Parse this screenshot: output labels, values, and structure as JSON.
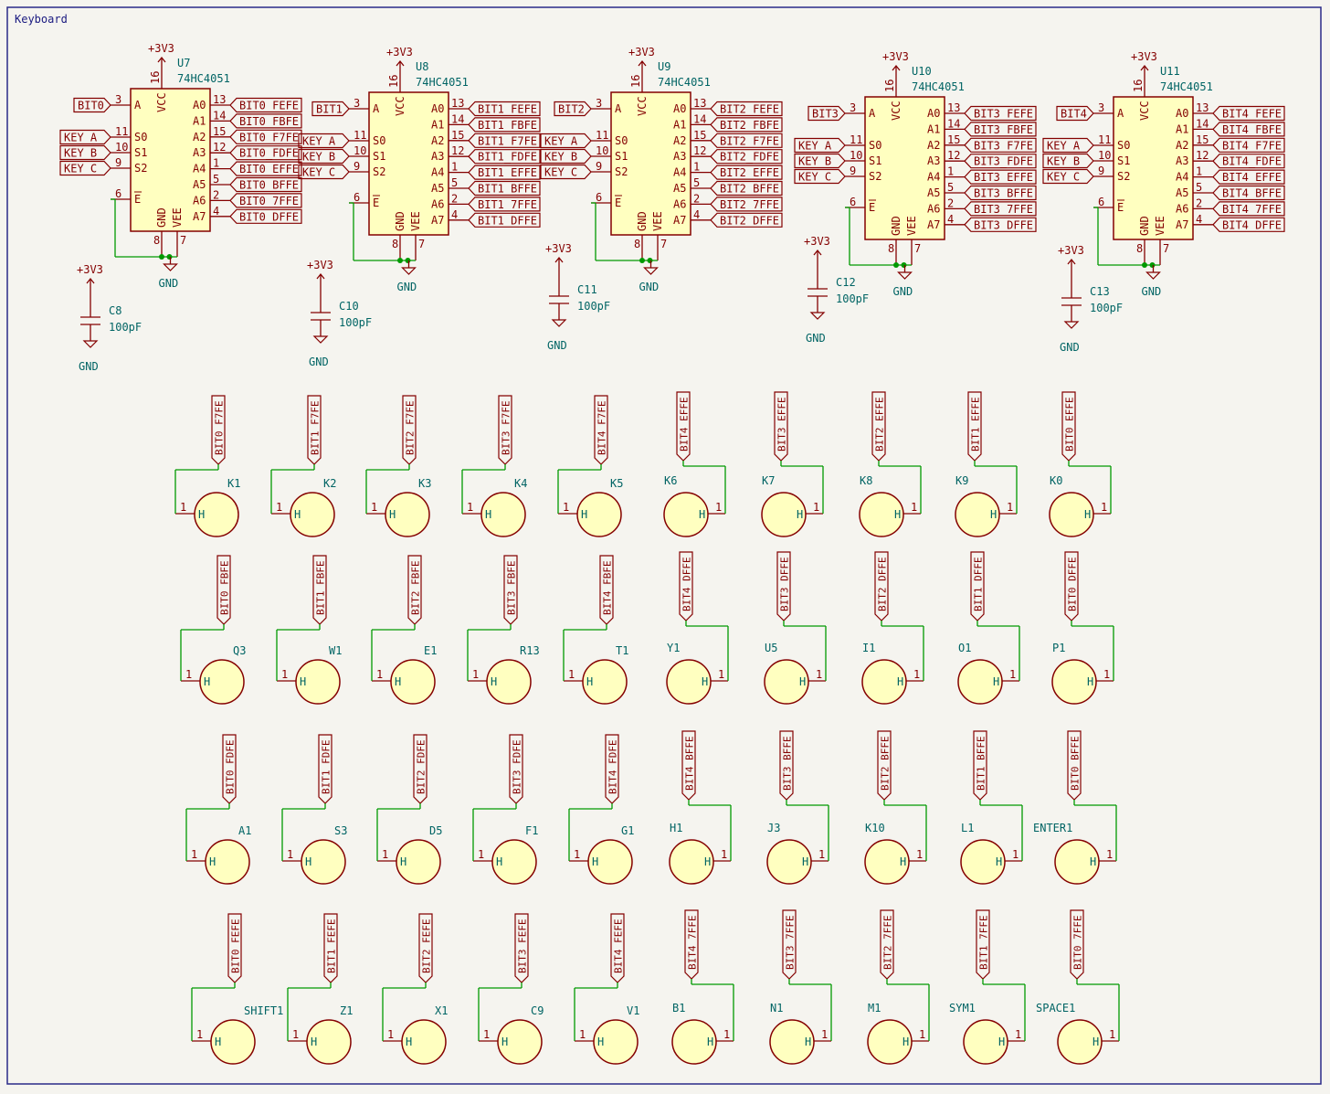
{
  "sheet": {
    "title": "Keyboard",
    "colors": {
      "background": "#f5f4ef",
      "border": "#2a2a88",
      "body": "#840000",
      "bodyFill": "#ffffc0",
      "wire": "#009900",
      "refText": "#006464",
      "power": "#840000"
    }
  },
  "muxes": [
    {
      "ref": "U7",
      "value": "74HC4051",
      "input": "BIT0",
      "keys": [
        "KEY_A",
        "KEY_B",
        "KEY_C"
      ],
      "outputs": [
        "BIT0_FEFE",
        "BIT0_FBFE",
        "BIT0_F7FE",
        "BIT0_FDFE",
        "BIT0_EFFE",
        "BIT0_BFFE",
        "BIT0_7FFE",
        "BIT0_DFFE"
      ]
    },
    {
      "ref": "U8",
      "value": "74HC4051",
      "input": "BIT1",
      "keys": [
        "KEY_A",
        "KEY_B",
        "KEY_C"
      ],
      "outputs": [
        "BIT1_FEFE",
        "BIT1_FBFE",
        "BIT1_F7FE",
        "BIT1_FDFE",
        "BIT1_EFFE",
        "BIT1_BFFE",
        "BIT1_7FFE",
        "BIT1_DFFE"
      ]
    },
    {
      "ref": "U9",
      "value": "74HC4051",
      "input": "BIT2",
      "keys": [
        "KEY_A",
        "KEY_B",
        "KEY_C"
      ],
      "outputs": [
        "BIT2_FEFE",
        "BIT2_FBFE",
        "BIT2_F7FE",
        "BIT2_FDFE",
        "BIT2_EFFE",
        "BIT2_BFFE",
        "BIT2_7FFE",
        "BIT2_DFFE"
      ]
    },
    {
      "ref": "U10",
      "value": "74HC4051",
      "input": "BIT3",
      "keys": [
        "KEY_A",
        "KEY_B",
        "KEY_C"
      ],
      "outputs": [
        "BIT3_FEFE",
        "BIT3_FBFE",
        "BIT3_F7FE",
        "BIT3_FDFE",
        "BIT3_EFFE",
        "BIT3_BFFE",
        "BIT3_7FFE",
        "BIT3_DFFE"
      ]
    },
    {
      "ref": "U11",
      "value": "74HC4051",
      "input": "BIT4",
      "keys": [
        "KEY_A",
        "KEY_B",
        "KEY_C"
      ],
      "outputs": [
        "BIT4_FEFE",
        "BIT4_FBFE",
        "BIT4_F7FE",
        "BIT4_FDFE",
        "BIT4_EFFE",
        "BIT4_BFFE",
        "BIT4_7FFE",
        "BIT4_DFFE"
      ]
    }
  ],
  "mux_pins": {
    "inLeft": [
      "A",
      "S0",
      "S1",
      "S2",
      "E"
    ],
    "inNums": [
      "3",
      "11",
      "10",
      "9",
      "6"
    ],
    "outLabels": [
      "A0",
      "A1",
      "A2",
      "A3",
      "A4",
      "A5",
      "A6",
      "A7"
    ],
    "outNums": [
      "13",
      "14",
      "15",
      "12",
      "1",
      "5",
      "2",
      "4"
    ],
    "vcc": "VCC",
    "vccNum": "16",
    "gnd": "GND",
    "gndNum": "8",
    "vee": "VEE",
    "veeNum": "7"
  },
  "caps": [
    {
      "ref": "C8",
      "value": "100pF"
    },
    {
      "ref": "C10",
      "value": "100pF"
    },
    {
      "ref": "C11",
      "value": "100pF"
    },
    {
      "ref": "C12",
      "value": "100pF"
    },
    {
      "ref": "C13",
      "value": "100pF"
    }
  ],
  "power": {
    "vcc": "+3V3",
    "gnd": "GND"
  },
  "key_rows": [
    [
      {
        "net": "BIT0_F7FE",
        "ref": "K1"
      },
      {
        "net": "BIT1_F7FE",
        "ref": "K2"
      },
      {
        "net": "BIT2_F7FE",
        "ref": "K3"
      },
      {
        "net": "BIT3_F7FE",
        "ref": "K4"
      },
      {
        "net": "BIT4_F7FE",
        "ref": "K5"
      },
      {
        "net": "BIT4_EFFE",
        "ref": "K6"
      },
      {
        "net": "BIT3_EFFE",
        "ref": "K7"
      },
      {
        "net": "BIT2_EFFE",
        "ref": "K8"
      },
      {
        "net": "BIT1_EFFE",
        "ref": "K9"
      },
      {
        "net": "BIT0_EFFE",
        "ref": "K0"
      }
    ],
    [
      {
        "net": "BIT0_FBFE",
        "ref": "Q3"
      },
      {
        "net": "BIT1_FBFE",
        "ref": "W1"
      },
      {
        "net": "BIT2_FBFE",
        "ref": "E1"
      },
      {
        "net": "BIT3_FBFE",
        "ref": "R13"
      },
      {
        "net": "BIT4_FBFE",
        "ref": "T1"
      },
      {
        "net": "BIT4_DFFE",
        "ref": "Y1"
      },
      {
        "net": "BIT3_DFFE",
        "ref": "U5"
      },
      {
        "net": "BIT2_DFFE",
        "ref": "I1"
      },
      {
        "net": "BIT1_DFFE",
        "ref": "O1"
      },
      {
        "net": "BIT0_DFFE",
        "ref": "P1"
      }
    ],
    [
      {
        "net": "BIT0_FDFE",
        "ref": "A1"
      },
      {
        "net": "BIT1_FDFE",
        "ref": "S3"
      },
      {
        "net": "BIT2_FDFE",
        "ref": "D5"
      },
      {
        "net": "BIT3_FDFE",
        "ref": "F1"
      },
      {
        "net": "BIT4_FDFE",
        "ref": "G1"
      },
      {
        "net": "BIT4_BFFE",
        "ref": "H1"
      },
      {
        "net": "BIT3_BFFE",
        "ref": "J3"
      },
      {
        "net": "BIT2_BFFE",
        "ref": "K10"
      },
      {
        "net": "BIT1_BFFE",
        "ref": "L1"
      },
      {
        "net": "BIT0_BFFE",
        "ref": "ENTER1"
      }
    ],
    [
      {
        "net": "BIT0_FEFE",
        "ref": "SHIFT1"
      },
      {
        "net": "BIT1_FEFE",
        "ref": "Z1"
      },
      {
        "net": "BIT2_FEFE",
        "ref": "X1"
      },
      {
        "net": "BIT3_FEFE",
        "ref": "C9"
      },
      {
        "net": "BIT4_FEFE",
        "ref": "V1"
      },
      {
        "net": "BIT4_7FFE",
        "ref": "B1"
      },
      {
        "net": "BIT3_7FFE",
        "ref": "N1"
      },
      {
        "net": "BIT2_7FFE",
        "ref": "M1"
      },
      {
        "net": "BIT1_7FFE",
        "ref": "SYM1"
      },
      {
        "net": "BIT0_7FFE",
        "ref": "SPACE1"
      }
    ]
  ],
  "key_pin": {
    "num": "1",
    "label": "H"
  }
}
